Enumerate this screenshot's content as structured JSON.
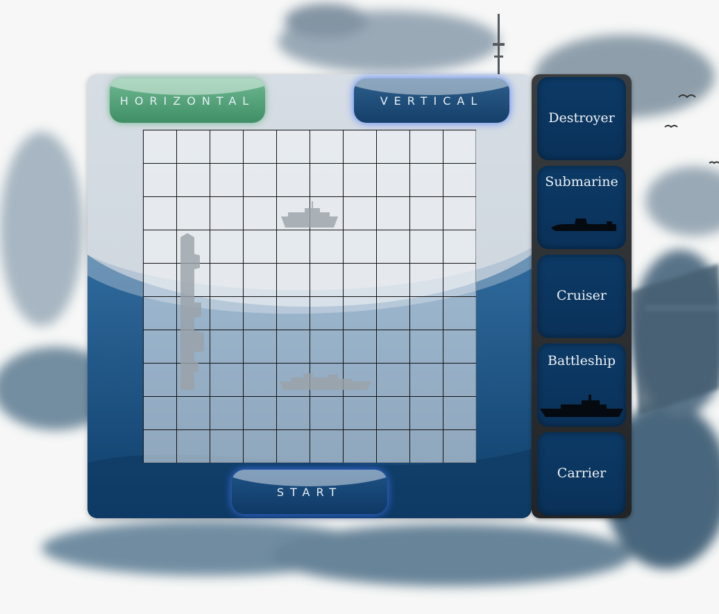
{
  "controls": {
    "horizontal_label": "HORIZONTAL",
    "vertical_label": "VERTICAL",
    "start_label": "START"
  },
  "board": {
    "rows": 10,
    "cols": 10
  },
  "ships": [
    {
      "name": "Destroyer"
    },
    {
      "name": "Submarine"
    },
    {
      "name": "Cruiser"
    },
    {
      "name": "Battleship"
    },
    {
      "name": "Carrier"
    }
  ],
  "colors": {
    "horizontal_button": "#4e9d74",
    "vertical_button": "#1d4c7a",
    "tile": "#0b3560",
    "glow": "#4678ff"
  }
}
